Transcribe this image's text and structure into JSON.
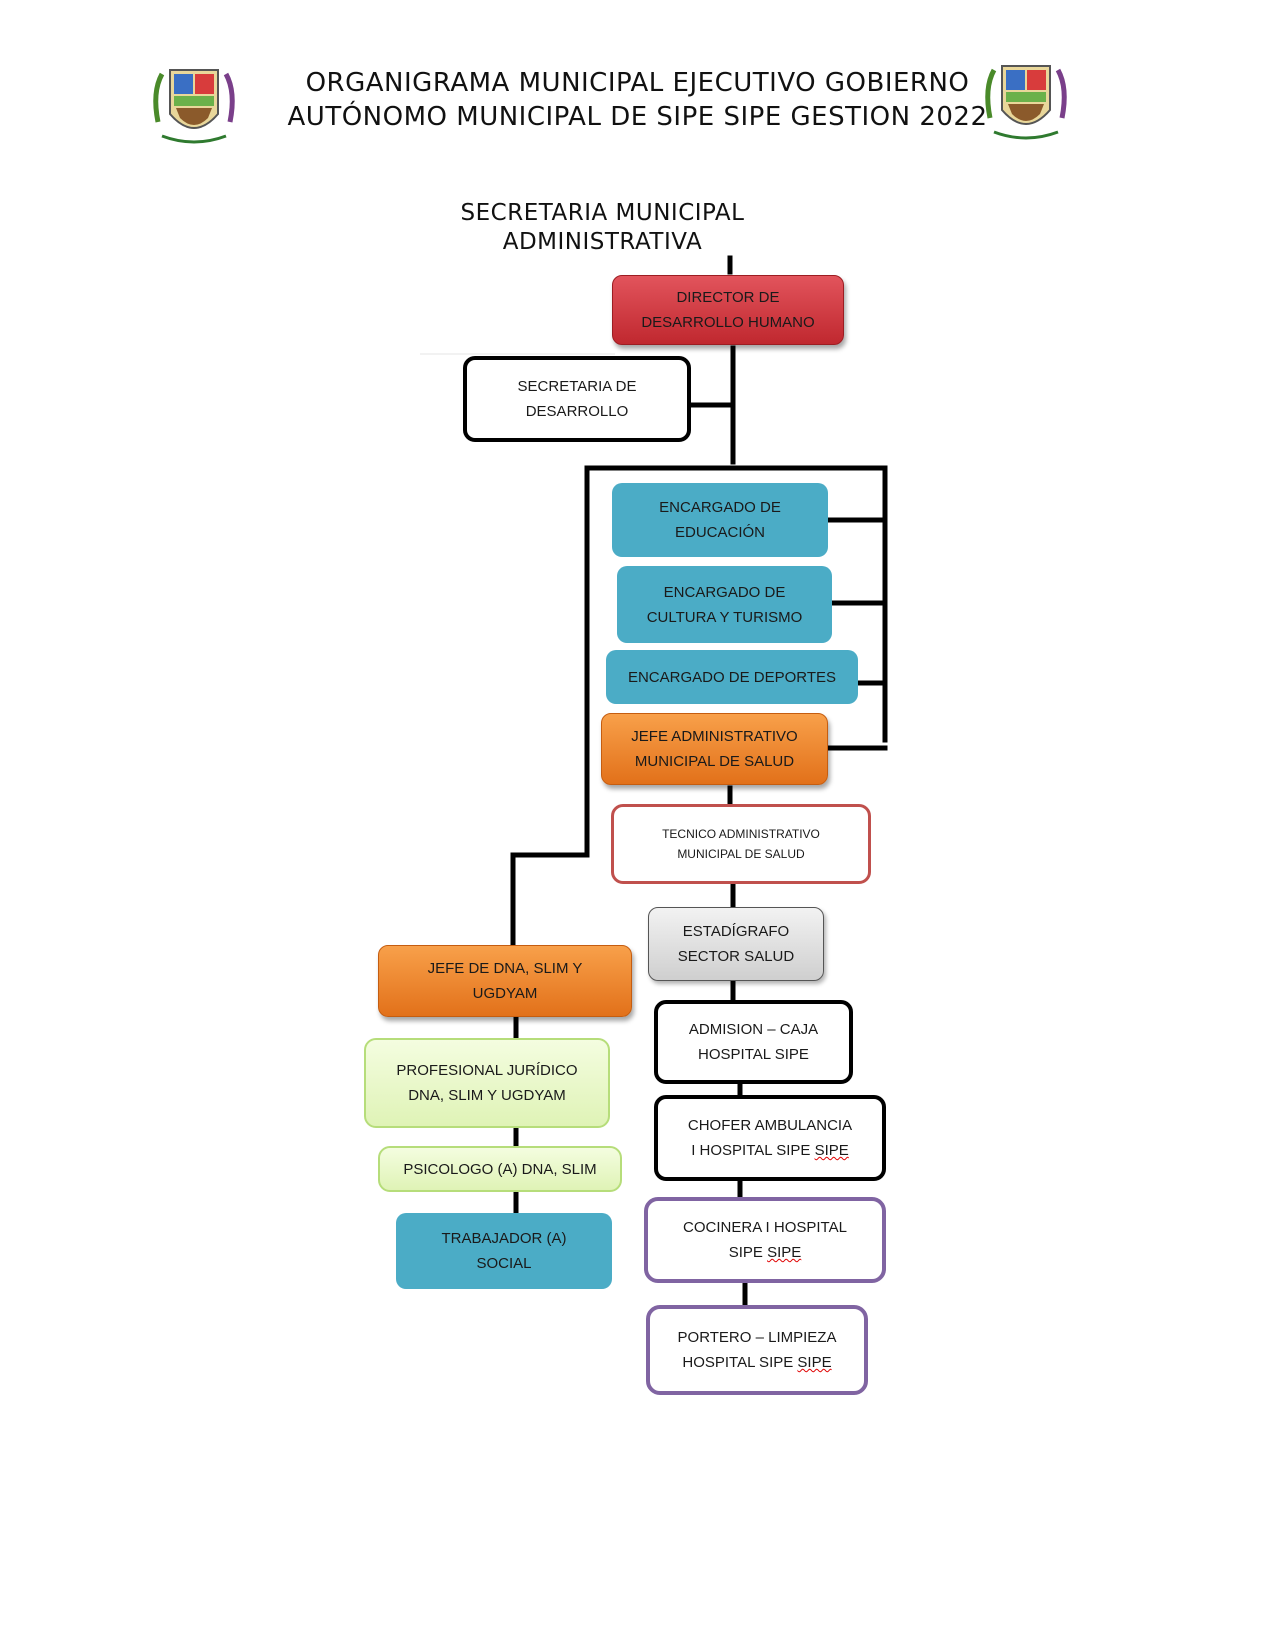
{
  "header": {
    "title_line1": "ORGANIGRAMA MUNICIPAL EJECUTIVO GOBIERNO",
    "title_line2": "AUTÓNOMO MUNICIPAL DE SIPE SIPE GESTION 2022",
    "section_line1": "SECRETARIA MUNICIPAL",
    "section_line2": "ADMINISTRATIVA"
  },
  "nodes": {
    "director": "DIRECTOR DE\nDESARROLLO HUMANO",
    "secretaria": "SECRETARIA DE\nDESARROLLO",
    "educacion": "ENCARGADO DE\nEDUCACIÓN",
    "cultura": "ENCARGADO DE\nCULTURA Y TURISMO",
    "deportes": "ENCARGADO DE DEPORTES",
    "jefe_salud": "JEFE ADMINISTRATIVO\nMUNICIPAL DE SALUD",
    "tecnico": "TECNICO ADMINISTRATIVO\nMUNICIPAL DE SALUD",
    "estadigrafo": "ESTADÍGRAFO\nSECTOR SALUD",
    "admision": "ADMISION – CAJA\nHOSPITAL SIPE",
    "chofer_line1": "CHOFER AMBULANCIA",
    "chofer_line2a": "I HOSPITAL SIPE ",
    "chofer_line2b": "SIPE",
    "cocinera_line1": "COCINERA I HOSPITAL",
    "cocinera_line2a": "SIPE ",
    "cocinera_line2b": "SIPE",
    "portero_line1": "PORTERO – LIMPIEZA",
    "portero_line2a": "HOSPITAL SIPE ",
    "portero_line2b": "SIPE",
    "jefe_dna": "JEFE DE DNA, SLIM Y\nUGDYAM",
    "profesional": "PROFESIONAL JURÍDICO\nDNA, SLIM Y UGDYAM",
    "psicologo": "PSICOLOGO (A) DNA, SLIM",
    "trabajador": "TRABAJADOR (A)\nSOCIAL"
  },
  "colors": {
    "director": "#c0282f",
    "teal": "#4bacc6",
    "orange": "#f28c28",
    "tecnico_border": "#c0504d",
    "purple_border": "#8064a2",
    "green_fill": "#e6f5c4"
  },
  "icons": [
    "municipal-seal-left",
    "municipal-seal-right"
  ]
}
